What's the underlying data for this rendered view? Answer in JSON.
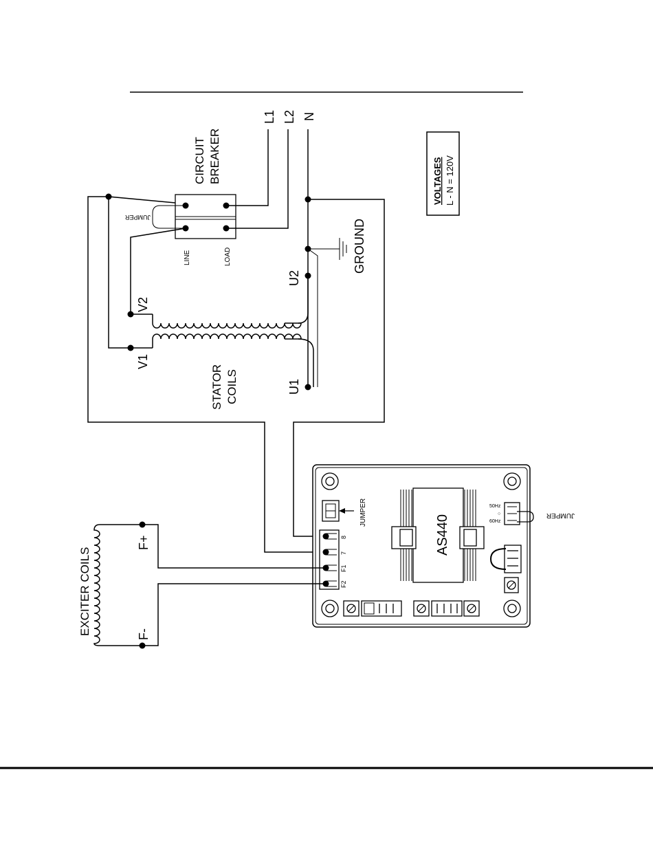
{
  "terminals": {
    "L1": "L1",
    "L2": "L2",
    "N": "N",
    "V1": "V1",
    "V2": "V2",
    "U1": "U1",
    "U2": "U2",
    "F_plus": "F+",
    "F_minus": "F-"
  },
  "breaker": {
    "line1": "CIRCUIT",
    "line2": "BREAKER",
    "line_label": "LINE",
    "load_label": "LOAD",
    "jumper": "JUMPER"
  },
  "ground_label": "GROUND",
  "stator_label": {
    "line1": "STATOR",
    "line2": "COILS"
  },
  "exciter_label": "EXCITER COILS",
  "voltages": {
    "title": "VOLTAGES",
    "value": "L - N = 120V"
  },
  "avr": {
    "model": "AS440",
    "jumper_label": "JUMPER",
    "freq_jumper_label": "JUMPER",
    "freq_50": "50Hz",
    "freq_60": "60Hz",
    "pins": [
      "8",
      "7",
      "F1",
      "F2"
    ]
  }
}
